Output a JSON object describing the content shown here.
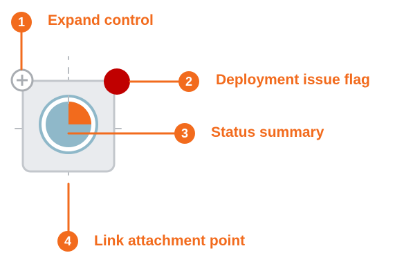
{
  "colors": {
    "accent": "#f26b1d",
    "flag": "#c00000",
    "node_fill": "#e9ebee",
    "node_border": "#c3c7cc",
    "status_ring": "#8fb8c9",
    "status_fill": "#8fb8c9",
    "status_progress": "#f26b1d",
    "connector_tick": "#b8bcc1"
  },
  "icons": {
    "expand": "plus-circle-icon",
    "flag": "red-dot-icon",
    "status": "pie-status-icon"
  },
  "status_progress_fraction": 0.25,
  "callouts": [
    {
      "number": "1",
      "label": "Expand control"
    },
    {
      "number": "2",
      "label": "Deployment issue flag"
    },
    {
      "number": "3",
      "label": "Status summary"
    },
    {
      "number": "4",
      "label": "Link attachment point"
    }
  ]
}
